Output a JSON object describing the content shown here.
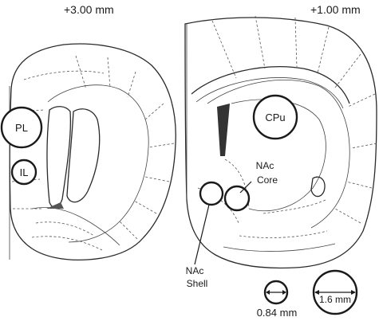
{
  "sections": {
    "left": {
      "coordinate": "+3.00 mm",
      "regions": [
        "PL",
        "IL"
      ]
    },
    "right": {
      "coordinate": "+1.00 mm",
      "regions": [
        "CPu"
      ],
      "nac_core": {
        "line1": "NAc",
        "line2": "Core"
      },
      "nac_shell": {
        "line1": "NAc",
        "line2": "Shell"
      }
    }
  },
  "scale": {
    "small": "0.84 mm",
    "large": "1.6 mm"
  }
}
